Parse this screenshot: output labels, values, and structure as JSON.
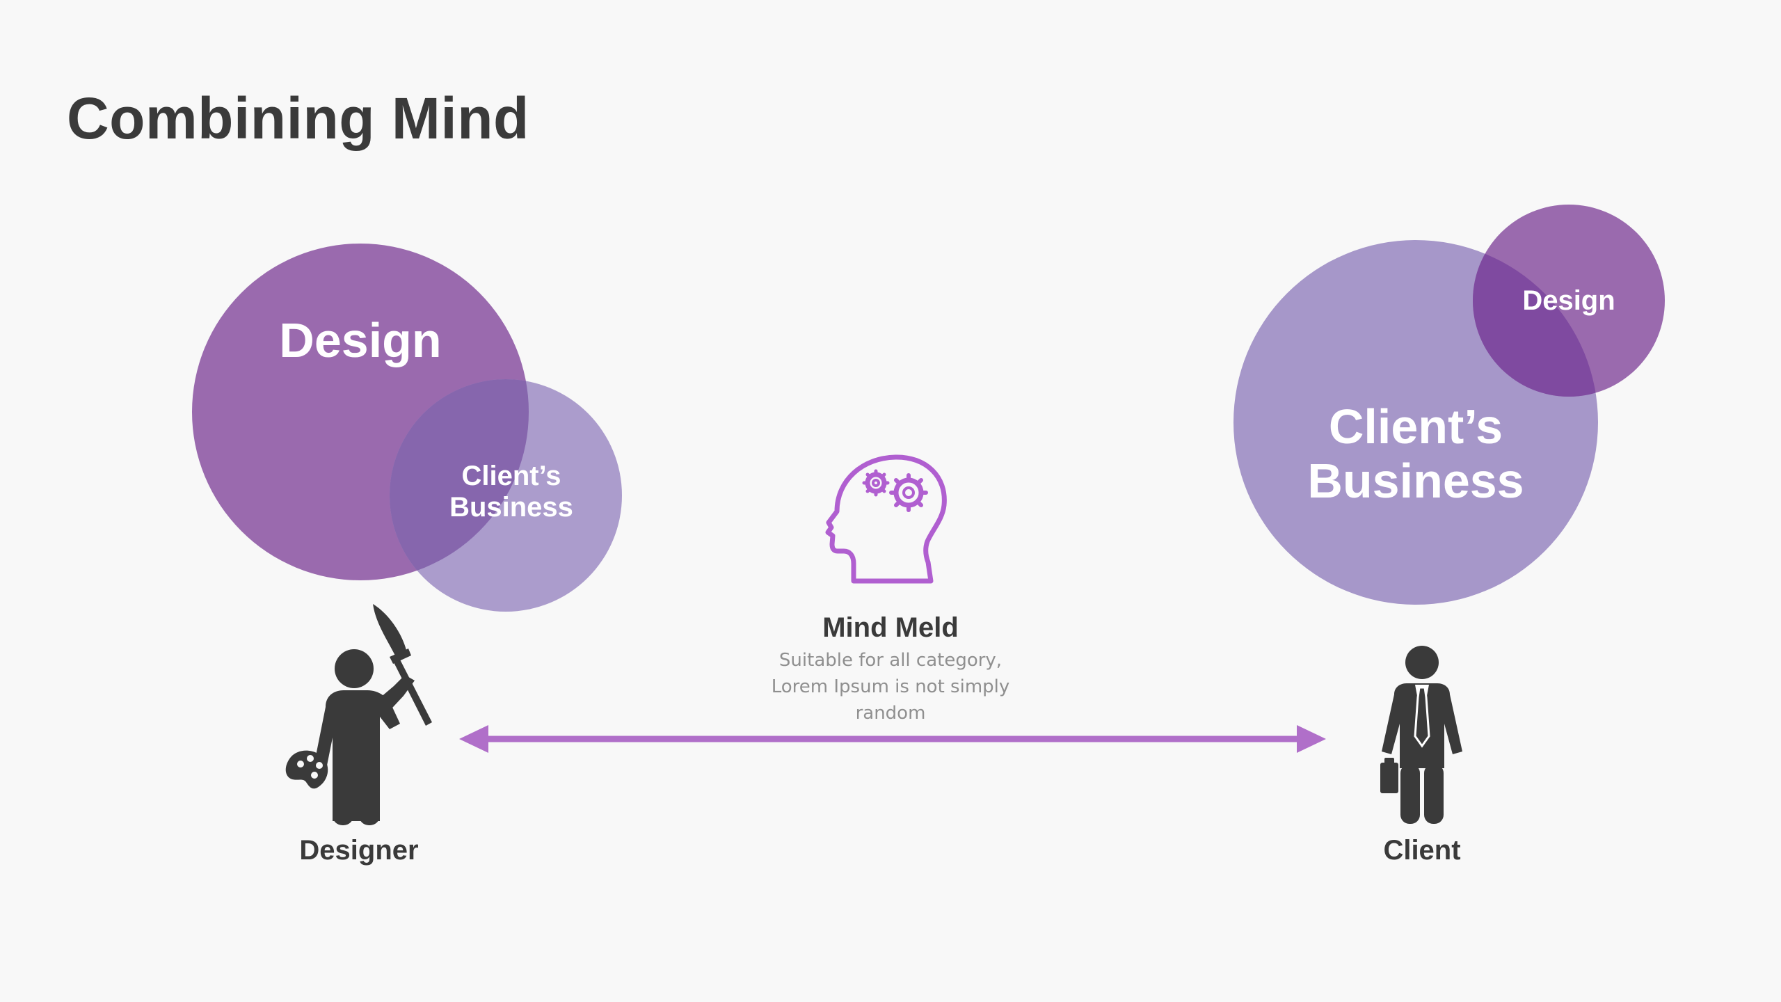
{
  "title": "Combining Mind",
  "colors": {
    "design_bubble": "#9a6aae",
    "business_bubble": "#a697c9",
    "overlap": "#7f4aa0",
    "arrow": "#b06fc9",
    "icon_purple": "#b05fd0",
    "figure": "#3a3a3a",
    "background": "#f8f8f8"
  },
  "designer": {
    "big_bubble": "Design",
    "small_bubble_line1": "Client’s",
    "small_bubble_line2": "Business",
    "label": "Designer",
    "icon": "painter-with-brush-and-palette-icon"
  },
  "client": {
    "big_bubble_line1": "Client’s",
    "big_bubble_line2": "Business",
    "small_bubble": "Design",
    "label": "Client",
    "icon": "businessman-with-briefcase-icon"
  },
  "center": {
    "icon": "head-with-gears-icon",
    "title": "Mind Meld",
    "description": "Suitable for all category, Lorem Ipsum is not simply random"
  }
}
